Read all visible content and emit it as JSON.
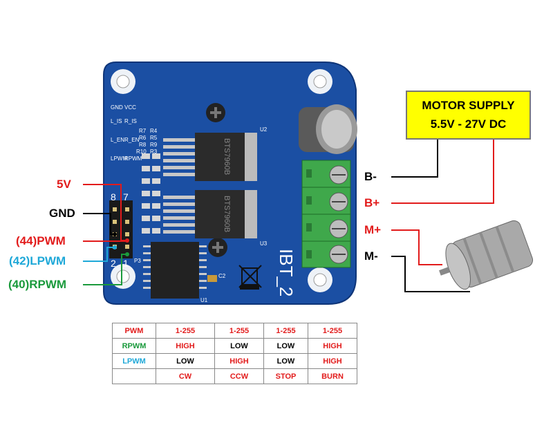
{
  "supply": {
    "line1": "MOTOR SUPPLY",
    "line2": "5.5V - 27V DC"
  },
  "board": {
    "name": "IBT_2",
    "chip_text": "BTS7960B",
    "header_labels": [
      "VCC",
      "R_IS",
      "R_EN",
      "RPWM",
      "GND",
      "L_IS",
      "L_EN",
      "LPWM"
    ],
    "resistor_labels": [
      "R7",
      "R4",
      "R6",
      "R5",
      "R8",
      "R9",
      "R10",
      "R3"
    ],
    "pin_8": "8",
    "pin_7": "7",
    "pin_2": "2",
    "pin_1": "1",
    "ref_u1": "U1",
    "ref_u2": "U2",
    "ref_u3": "U3",
    "ref_c2": "C2",
    "ref_p3": "P3"
  },
  "pins": {
    "v5": "5V",
    "gnd": "GND",
    "pwm": "(44)PWM",
    "lpwm": "(42)LPWM",
    "rpwm": "(40)RPWM"
  },
  "terminals": {
    "b_minus": "B-",
    "b_plus": "B+",
    "m_plus": "M+",
    "m_minus": "M-"
  },
  "table": {
    "rows": [
      {
        "label": "PWM",
        "cells": [
          "1-255",
          "1-255",
          "1-255",
          "1-255"
        ]
      },
      {
        "label": "RPWM",
        "cells": [
          "HIGH",
          "LOW",
          "LOW",
          "HIGH"
        ]
      },
      {
        "label": "LPWM",
        "cells": [
          "LOW",
          "HIGH",
          "LOW",
          "HIGH"
        ]
      },
      {
        "label": "",
        "cells": [
          "CW",
          "CCW",
          "STOP",
          "BURN"
        ]
      }
    ]
  },
  "colors": {
    "board": "#1b4fa3",
    "terminal": "#3fa84b",
    "supply_box": "#ffff00",
    "red_wire": "#e21b1b",
    "green_wire": "#1a9a3c",
    "cyan_wire": "#1ea8d8"
  }
}
